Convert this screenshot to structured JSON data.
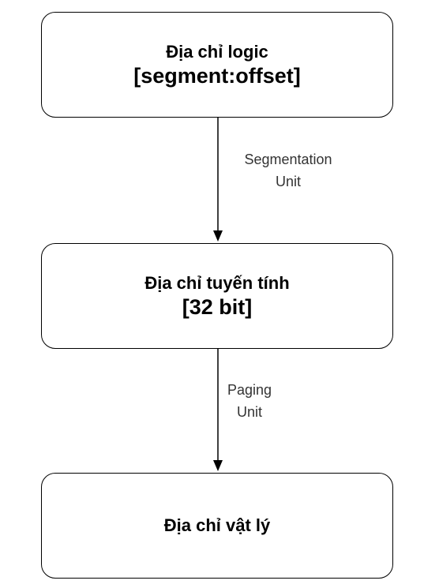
{
  "nodes": {
    "logical": {
      "title": "Địa chỉ logic",
      "subtitle": "[segment:offset]"
    },
    "linear": {
      "title": "Địa chỉ tuyến tính",
      "subtitle": "[32 bit]"
    },
    "physical": {
      "title": "Địa chỉ vật lý"
    }
  },
  "edges": {
    "segmentation": {
      "line1": "Segmentation",
      "line2": "Unit"
    },
    "paging": {
      "line1": "Paging",
      "line2": "Unit"
    }
  },
  "colors": {
    "stroke": "#000000",
    "background": "#ffffff",
    "edge_label": "#333333"
  }
}
